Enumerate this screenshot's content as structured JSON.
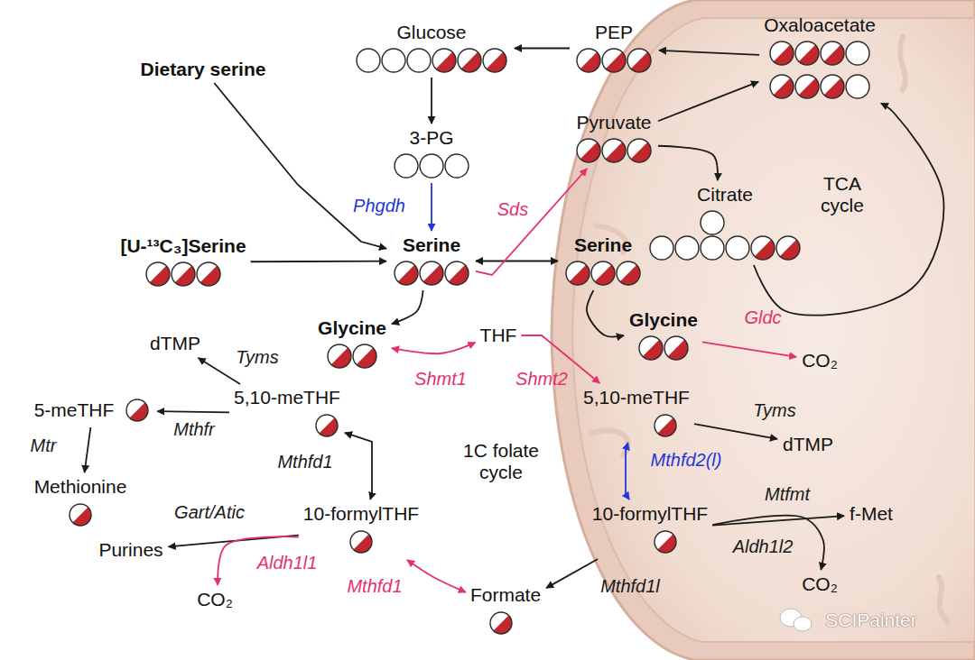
{
  "diagram": {
    "nodes": [
      {
        "text": [
          "Glucose"
        ]
      },
      {
        "text": [
          "PEP"
        ]
      },
      {
        "text": [
          "Oxaloacetate"
        ]
      },
      {
        "text": [
          "Dietary serine"
        ]
      },
      {
        "text": [
          "3-PG"
        ]
      },
      {
        "text": [
          "Pyruvate"
        ]
      },
      {
        "text": [
          "Citrate"
        ]
      },
      {
        "text": [
          "[U-¹³C₃]Serine"
        ]
      },
      {
        "text": [
          "Serine"
        ]
      },
      {
        "text": [
          "Serine"
        ]
      },
      {
        "text": [
          "Glycine"
        ]
      },
      {
        "text": [
          "THF"
        ]
      },
      {
        "text": [
          "Glycine"
        ]
      },
      {
        "text": [
          "CO₂"
        ]
      },
      {
        "text": [
          "dTMP"
        ]
      },
      {
        "text": [
          "5,10-meTHF"
        ]
      },
      {
        "text": [
          "5-meTHF"
        ]
      },
      {
        "text": [
          "Methionine"
        ]
      },
      {
        "text": [
          "10-formylTHF"
        ]
      },
      {
        "text": [
          "Purines"
        ]
      },
      {
        "text": [
          "CO₂"
        ]
      },
      {
        "text": [
          "Formate"
        ]
      },
      {
        "text": [
          "5,10-meTHF"
        ]
      },
      {
        "text": [
          "dTMP"
        ]
      },
      {
        "text": [
          "10-formylTHF"
        ]
      },
      {
        "text": [
          "f-Met"
        ]
      },
      {
        "text": [
          "CO₂"
        ]
      }
    ],
    "edges": [
      {
        "from": 1,
        "to": 0,
        "arrow": "to"
      },
      {
        "from": 2,
        "to": 1,
        "arrow": "to"
      },
      {
        "from": 0,
        "to": 4,
        "arrow": "to"
      },
      {
        "from": 4,
        "to": 8,
        "arrow": "to",
        "label": "Phgdh"
      },
      {
        "from": 3,
        "to": 8,
        "arrow": "to"
      },
      {
        "from": 7,
        "to": 8,
        "arrow": "to"
      },
      {
        "from": 8,
        "to": 9,
        "arrow": "both"
      },
      {
        "from": 8,
        "to": 5,
        "arrow": "to",
        "label": "Sds"
      },
      {
        "from": 5,
        "to": 2,
        "arrow": "to"
      },
      {
        "from": 5,
        "to": 6,
        "arrow": "to"
      },
      {
        "from": 6,
        "to": 2,
        "arrow": "to"
      },
      {
        "from": 8,
        "to": 10,
        "arrow": "to"
      },
      {
        "from": 11,
        "to": 10,
        "arrow": "both",
        "label": "Shmt1"
      },
      {
        "from": 9,
        "to": 12,
        "arrow": "to"
      },
      {
        "from": 11,
        "to": 22,
        "arrow": "to",
        "label": "Shmt2"
      },
      {
        "from": 12,
        "to": 13,
        "arrow": "to",
        "label": "Gldc"
      },
      {
        "from": 15,
        "to": 14,
        "arrow": "to",
        "label": "Tyms"
      },
      {
        "from": 15,
        "to": 16,
        "arrow": "to",
        "label": "Mthfr"
      },
      {
        "from": 16,
        "to": 17,
        "arrow": "to",
        "label": "Mtr"
      },
      {
        "from": 15,
        "to": 18,
        "arrow": "both",
        "label": "Mthfd1"
      },
      {
        "from": 18,
        "to": 19,
        "arrow": "to",
        "label": "Gart/Atic"
      },
      {
        "from": 18,
        "to": 20,
        "arrow": "to",
        "label": "Aldh1l1"
      },
      {
        "from": 21,
        "to": 18,
        "arrow": "both",
        "label": "Mthfd1"
      },
      {
        "from": 22,
        "to": 23,
        "arrow": "to",
        "label": "Tyms"
      },
      {
        "from": 22,
        "to": 24,
        "arrow": "both",
        "label": "Mthfd2(l)"
      },
      {
        "from": 24,
        "to": 25,
        "arrow": "to",
        "label": "Mtfmt"
      },
      {
        "from": 24,
        "to": 26,
        "arrow": "to",
        "label": "Aldh1l2"
      },
      {
        "from": 24,
        "to": 21,
        "arrow": "to",
        "label": "Mthfd1l"
      }
    ],
    "labels": [
      "TCA cycle",
      "1C folate cycle",
      "SCIPainter"
    ]
  }
}
